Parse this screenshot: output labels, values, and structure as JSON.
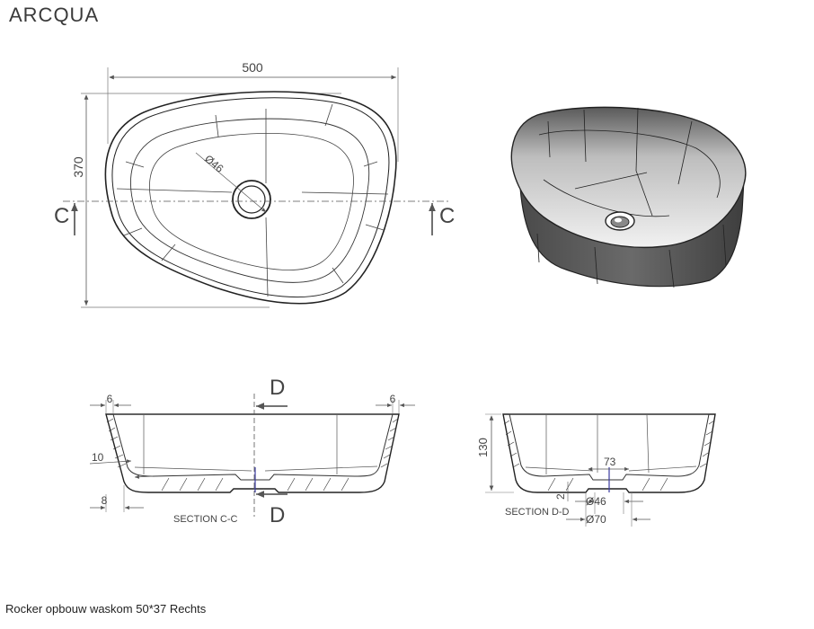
{
  "brand": {
    "name": "ARCQUA"
  },
  "dimensions": {
    "width": "500",
    "depth": "370",
    "drain_diameter": "Ø46",
    "wall_left": "6",
    "wall_right": "6",
    "base_thickness": "10",
    "base_offset": "8",
    "height": "130",
    "drain_offset": "73",
    "drain_gap": "2",
    "drain_inner": "Ø46",
    "drain_outer": "Ø70"
  },
  "sections": {
    "c_left": "C",
    "c_right": "C",
    "d_top": "D",
    "d_bottom": "D",
    "section_cc": "SECTION C-C",
    "section_dd": "SECTION D-D"
  },
  "caption": "Rocker opbouw waskom 50*37 Rechts",
  "colors": {
    "line": "#222222",
    "dim": "#555555",
    "accent": "#c8102e",
    "drain": "#3a3aa0"
  }
}
